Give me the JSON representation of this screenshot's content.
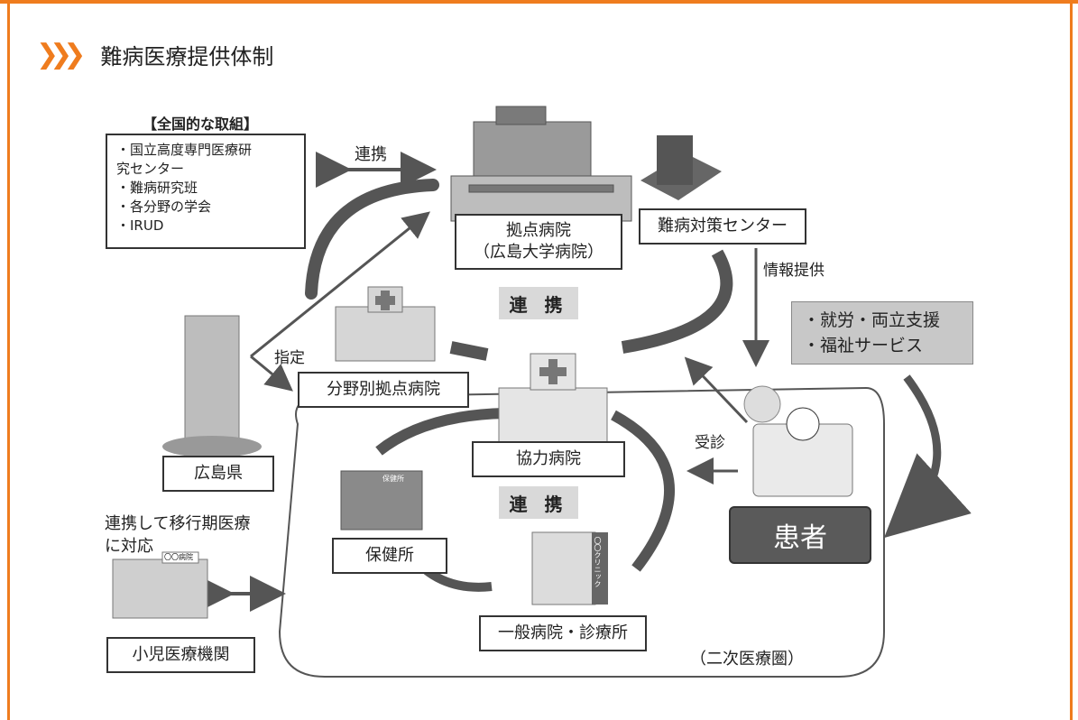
{
  "title": "難病医療提供体制",
  "national": {
    "heading": "【全国的な取組】",
    "items": [
      "・国立高度専門医療研",
      "究センター",
      "・難病研究班",
      "・各分野の学会",
      "・IRUD"
    ]
  },
  "labels": {
    "renkei_top": "連携",
    "kyoten": "拠点病院",
    "kyoten_sub": "（広島大学病院）",
    "nanbyo_center": "難病対策センター",
    "joho": "情報提供",
    "renkei_mid": "連 携",
    "renkei_low": "連 携",
    "shitei": "指定",
    "bunya": "分野別拠点病院",
    "kyoryoku": "協力病院",
    "hiroshima": "広島県",
    "hokenjo": "保健所",
    "ippan": "一般病院・診療所",
    "niji": "（二次医療圏）",
    "jushin": "受診",
    "kanja": "患者",
    "support1": "・就労・両立支援",
    "support2": "・福祉サービス",
    "ikoki1": "連携して移行期医療",
    "ikoki2": "に対応",
    "shoni": "小児医療機関",
    "hospital_sign": "〇〇病院",
    "clinic_sign": "〇〇クリニック",
    "hokenjo_sign": "保健所"
  },
  "colors": {
    "border": "#ef7c1e",
    "arrow": "#555555",
    "kanja_bg": "#5a5a5a"
  }
}
